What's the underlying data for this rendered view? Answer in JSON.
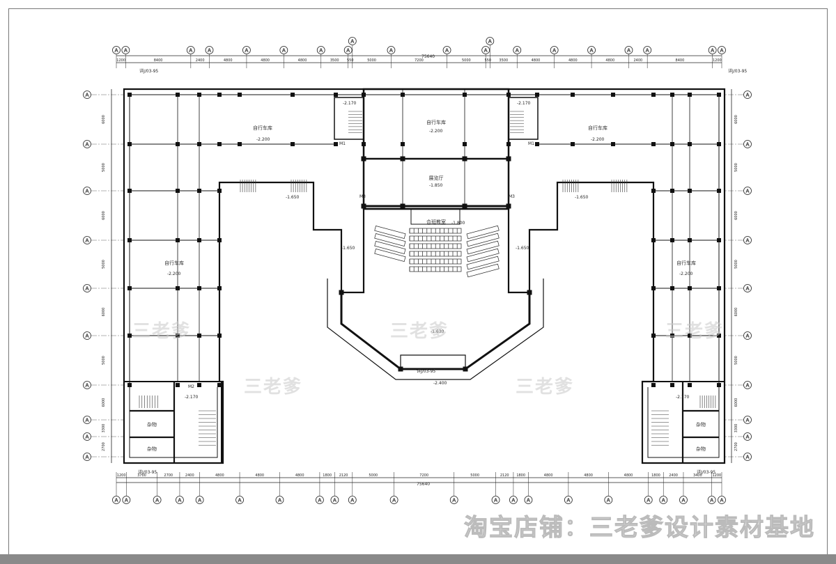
{
  "drawing": {
    "axis_bubble_label": "A",
    "total_dimension": "75640",
    "top_dimensions": [
      "1200",
      "8400",
      "2400",
      "4800",
      "4800",
      "4800",
      "3500",
      "550",
      "5000",
      "7200",
      "5000",
      "550",
      "3500",
      "4800",
      "4800",
      "4800",
      "2400",
      "8400",
      "1200"
    ],
    "bottom_dimensions": [
      "1200",
      "3700",
      "2700",
      "2400",
      "4800",
      "4800",
      "4800",
      "1800",
      "2120",
      "5000",
      "7200",
      "5000",
      "2120",
      "1800",
      "4800",
      "4800",
      "4800",
      "1800",
      "2400",
      "3400",
      "1200"
    ],
    "left_dimensions": [
      "6000",
      "5000",
      "6000",
      "5000",
      "6000",
      "5000",
      "6000",
      "3300",
      "2700"
    ],
    "rooms": {
      "bike_garage": "自行车库",
      "exhibition_hall": "展览厅",
      "classroom": "合班教室",
      "storage": "杂物"
    },
    "elevations": {
      "garage": "-2.200",
      "hall": "-1.850",
      "classroom": "-1.800",
      "stair": "-2.170",
      "side": "-1.650",
      "outdoor": "-2.400",
      "stage": "-1.630"
    },
    "door_labels": {
      "m1": "M1",
      "m2": "M2",
      "m3": "M3"
    },
    "detail_ref": "详J/03-95"
  },
  "watermarks": {
    "brand": "三老爹",
    "shop": "淘宝店铺：三老爹设计素材基地"
  },
  "colors": {
    "line": "#111111",
    "watermark": "#c8c8c8"
  }
}
